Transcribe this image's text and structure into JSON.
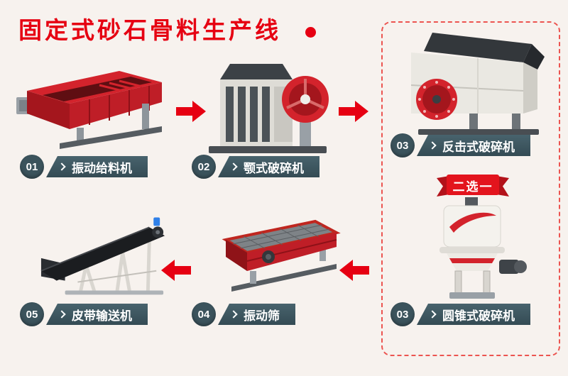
{
  "page": {
    "title": "固定式砂石骨料生产线",
    "background_color": "#f7f2ee",
    "accent_color": "#e60012",
    "label_color": "#3b535c",
    "dashed_box_color": "#ec5450"
  },
  "icons": {
    "title_dot": "red-dot",
    "chevron": "angle-right",
    "flow_arrow_right": "thick-right-arrow",
    "flow_arrow_left": "thick-left-arrow"
  },
  "choose_banner": {
    "label": "二选一"
  },
  "steps": [
    {
      "num": "01",
      "label": "振动给料机",
      "machine": "vibrating-feeder"
    },
    {
      "num": "02",
      "label": "颚式破碎机",
      "machine": "jaw-crusher"
    },
    {
      "num": "03",
      "label": "反击式破碎机",
      "machine": "impact-crusher"
    },
    {
      "num": "03",
      "label": "圆锥式破碎机",
      "machine": "cone-crusher"
    },
    {
      "num": "04",
      "label": "振动筛",
      "machine": "vibrating-screen"
    },
    {
      "num": "05",
      "label": "皮带输送机",
      "machine": "belt-conveyor"
    }
  ]
}
